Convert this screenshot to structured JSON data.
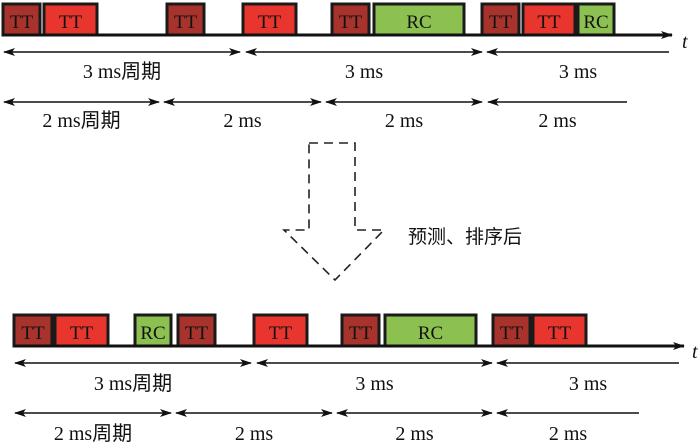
{
  "colors": {
    "tt_dark": "#a8332c",
    "tt_red": "#e8352d",
    "rc_green": "#8cc152",
    "stroke": "#1a1a1a"
  },
  "axis_label": "t",
  "transform_label": "预测、排序后",
  "before": {
    "slots": [
      {
        "type": "tt_dark",
        "label": "TT"
      },
      {
        "type": "tt_red",
        "label": "TT"
      },
      {
        "type": "tt_dark",
        "label": "TT"
      },
      {
        "type": "tt_red",
        "label": "TT"
      },
      {
        "type": "tt_dark",
        "label": "TT"
      },
      {
        "type": "rc_green",
        "label": "RC"
      },
      {
        "type": "tt_dark",
        "label": "TT"
      },
      {
        "type": "tt_red",
        "label": "TT"
      },
      {
        "type": "rc_green",
        "label": "RC"
      }
    ],
    "period3_labels": [
      "3 ms周期",
      "3 ms",
      "3 ms"
    ],
    "period2_labels": [
      "2 ms周期",
      "2 ms",
      "2 ms",
      "2 ms"
    ]
  },
  "after": {
    "slots": [
      {
        "type": "tt_dark",
        "label": "TT"
      },
      {
        "type": "tt_red",
        "label": "TT"
      },
      {
        "type": "rc_green",
        "label": "RC"
      },
      {
        "type": "tt_dark",
        "label": "TT"
      },
      {
        "type": "tt_red",
        "label": "TT"
      },
      {
        "type": "tt_dark",
        "label": "TT"
      },
      {
        "type": "rc_green",
        "label": "RC"
      },
      {
        "type": "tt_dark",
        "label": "TT"
      },
      {
        "type": "tt_red",
        "label": "TT"
      }
    ],
    "period3_labels": [
      "3 ms周期",
      "3 ms",
      "3 ms"
    ],
    "period2_labels": [
      "2 ms周期",
      "2 ms",
      "2 ms",
      "2 ms"
    ]
  }
}
